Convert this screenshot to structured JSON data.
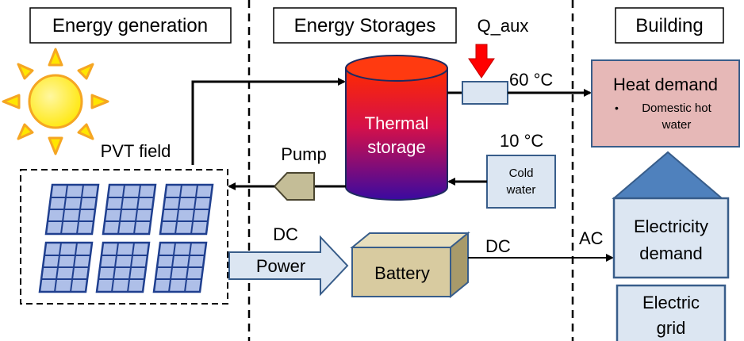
{
  "sections": {
    "generation": "Energy generation",
    "storages": "Energy Storages",
    "building": "Building"
  },
  "pvt_field_label": "PVT field",
  "thermal_storage": {
    "line1": "Thermal",
    "line2": "storage"
  },
  "aux_heater_label": "Q_aux",
  "hot_temp": "60 °C",
  "cold_temp": "10 °C",
  "cold_water": {
    "line1": "Cold",
    "line2": "water"
  },
  "pump_label": "Pump",
  "heat_demand": {
    "title": "Heat demand",
    "bullet": "•",
    "item_line1": "Domestic hot",
    "item_line2": "water"
  },
  "electricity_demand": {
    "line1": "Electricity",
    "line2": "demand"
  },
  "electric_grid": {
    "line1": "Electric",
    "line2": "grid"
  },
  "power_arrow": {
    "top_label": "DC",
    "label": "Power"
  },
  "battery_label": "Battery",
  "battery_out_label": "DC",
  "building_in_label": "AC",
  "colors": {
    "sun": "#ffe600",
    "sun_rays": "#f5a623",
    "panel_fill": "#aebfe8",
    "panel_grid": "#1f3f8f",
    "storage_top": "#ff2000",
    "storage_bottom": "#3a0aa0",
    "heat_demand_fill": "#e6b8b7",
    "light_blue_fill": "#dce6f2",
    "box_border": "#385d8a",
    "battery_front": "#d8cba0",
    "battery_side": "#a89a6a",
    "pump_fill": "#c4bd97",
    "aux_arrow": "#ff0000"
  }
}
